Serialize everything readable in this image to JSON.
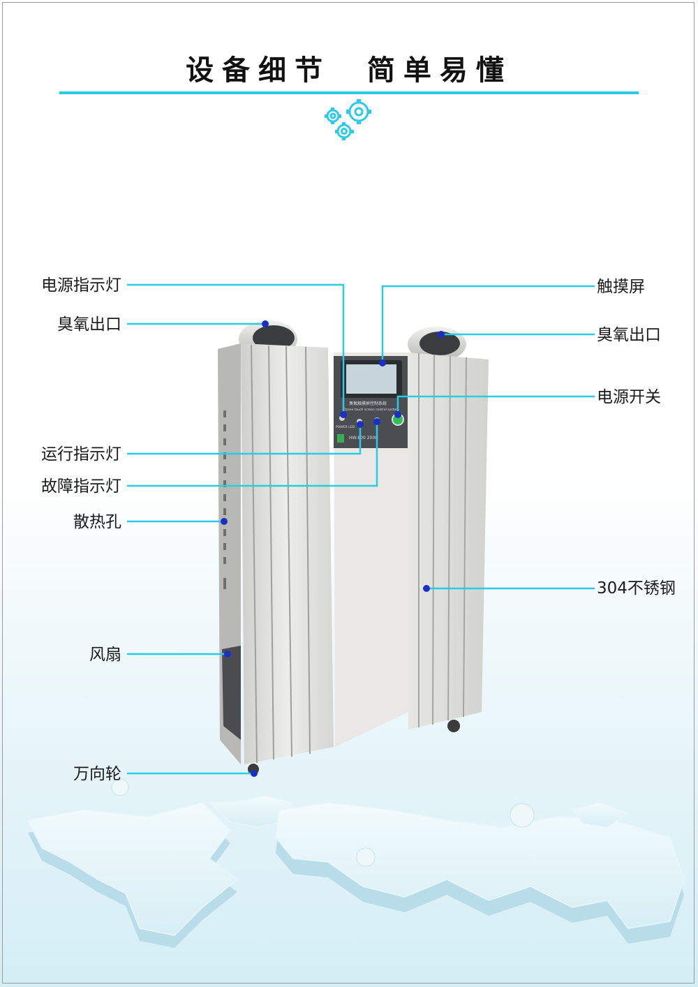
{
  "headline": "设备细节  简单易懂",
  "accent_color": "#29cbe8",
  "callouts": {
    "power_indicator": "电源指示灯",
    "ozone_outlet_left": "臭氧出口",
    "run_indicator": "运行指示灯",
    "fault_indicator": "故障指示灯",
    "vent_holes": "散热孔",
    "fan": "风扇",
    "casters": "万向轮",
    "touch_screen": "触摸屏",
    "ozone_outlet_right": "臭氧出口",
    "power_switch": "电源开关",
    "stainless_steel": "304不锈钢"
  },
  "panel": {
    "system_name": "臭氧触摸屏控制系统",
    "system_name_en": "Ozone touch screen control system",
    "power_led": "POWER LED",
    "model": "HW-800 200G"
  }
}
